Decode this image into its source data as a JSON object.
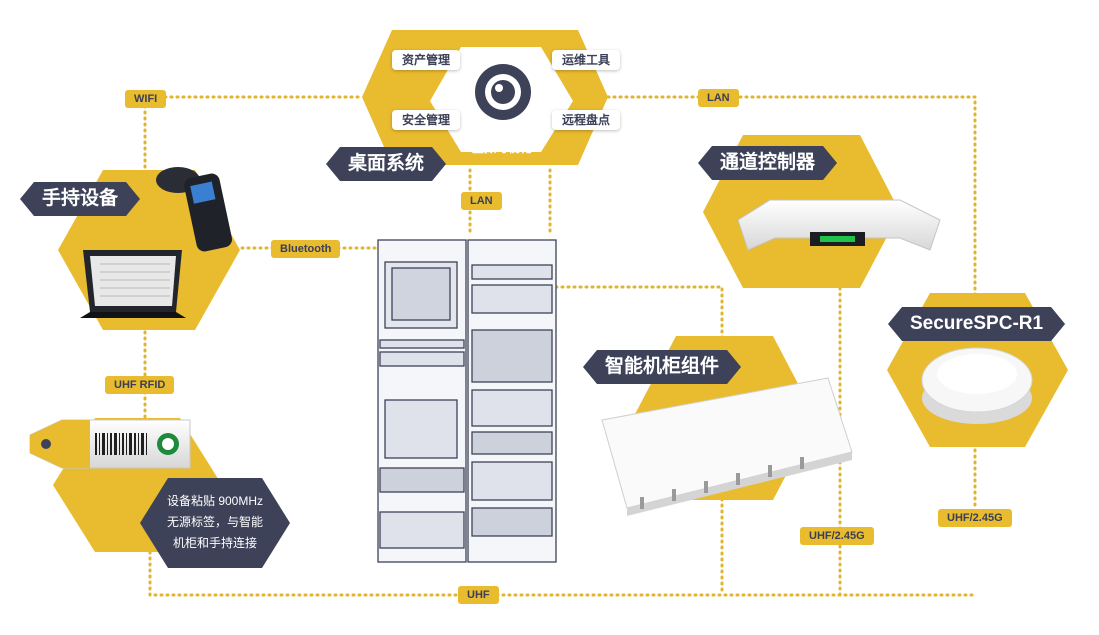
{
  "center_system": {
    "title": "桌面系统",
    "eye_label": "虚拟可视化",
    "features": [
      "资产管理",
      "运维工具",
      "安全管理",
      "远程盘点"
    ]
  },
  "nodes": {
    "handheld": {
      "title": "手持设备"
    },
    "channel": {
      "title": "通道控制器"
    },
    "secure": {
      "title": "SecureSPC-R1"
    },
    "cabinet": {
      "title": "智能机柜组件"
    },
    "tag": {
      "desc_lines": [
        "设备粘贴 900MHz",
        "无源标签，与智能",
        "机柜和手持连接"
      ]
    }
  },
  "connections": {
    "wifi": "WIFI",
    "lan_top": "LAN",
    "lan_mid": "LAN",
    "bluetooth": "Bluetooth",
    "uhf_rfid": "UHF RFID",
    "uhf_bottom": "UHF",
    "uhf_cabinet": "UHF/2.45G",
    "uhf_secure": "UHF/2.45G"
  },
  "colors": {
    "accent": "#e9bb2e",
    "dark": "#3d4259",
    "connector": "#e0b52d"
  }
}
